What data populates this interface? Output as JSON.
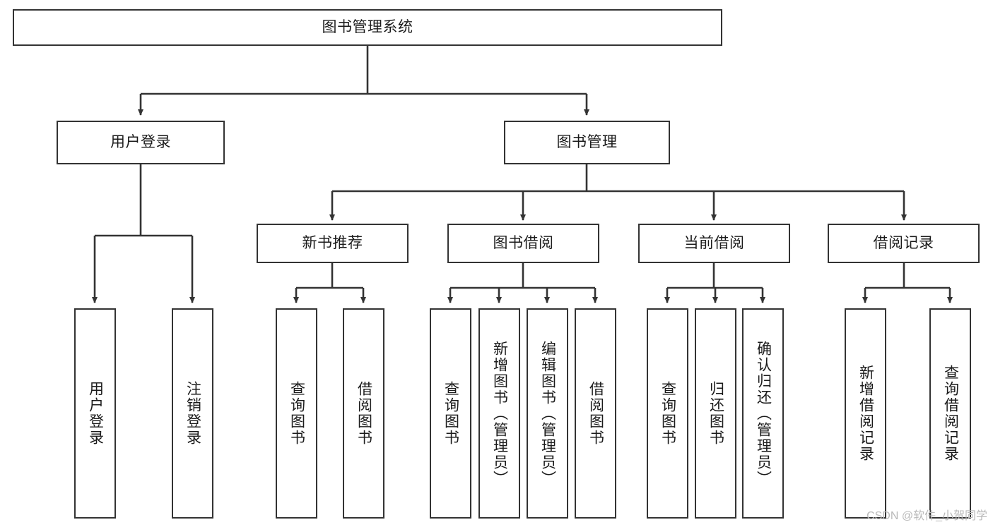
{
  "diagram": {
    "title": "图书管理系统",
    "type": "tree-hierarchy",
    "watermark": "CSDN @软件_小贺同学",
    "colors": {
      "box_border": "#333333",
      "box_fill": "#ffffff",
      "edge": "#333333",
      "text": "#1b1b1b",
      "watermark": "#b9b9b9"
    },
    "nodes": {
      "root": "图书管理系统",
      "level2": {
        "user_login": "用户登录",
        "book_manage": "图书管理"
      },
      "level3": {
        "new_book_rec": "新书推荐",
        "book_borrow": "图书借阅",
        "current_borrow": "当前借阅",
        "borrow_record": "借阅记录"
      },
      "leaves": {
        "user_login_1": "用户登录",
        "user_login_2": "注销登录",
        "new_book_rec_1": "查询图书",
        "new_book_rec_2": "借阅图书",
        "book_borrow_1": "查询图书",
        "book_borrow_2": "新增图书（管理员）",
        "book_borrow_3": "编辑图书（管理员）",
        "book_borrow_4": "借阅图书",
        "current_borrow_1": "查询图书",
        "current_borrow_2": "归还图书",
        "current_borrow_3": "确认归还（管理员）",
        "borrow_record_1": "新增借阅记录",
        "borrow_record_2": "查询借阅记录"
      }
    }
  }
}
